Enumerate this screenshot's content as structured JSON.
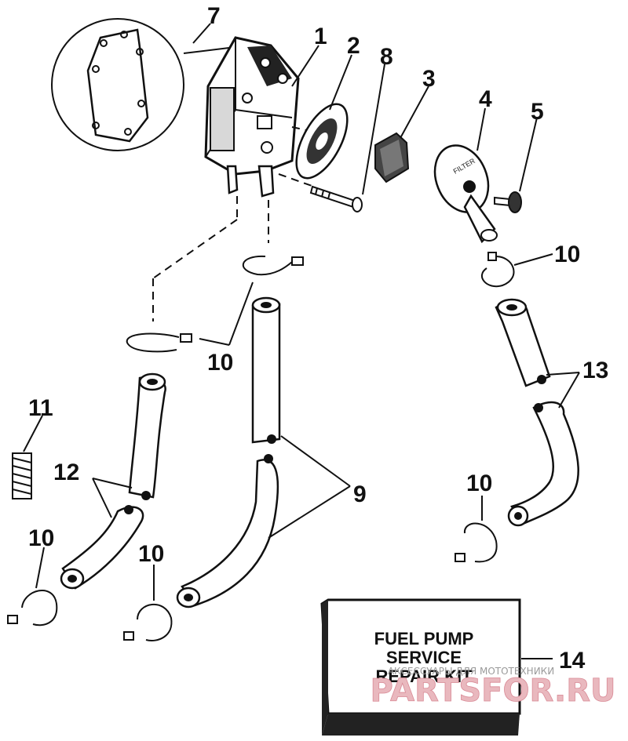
{
  "callouts": {
    "c1": "1",
    "c2": "2",
    "c3": "3",
    "c4": "4",
    "c5": "5",
    "c7": "7",
    "c8": "8",
    "c9": "9",
    "c10a": "10",
    "c10b": "10",
    "c10c": "10",
    "c10d": "10",
    "c10e": "10",
    "c11": "11",
    "c12": "12",
    "c13": "13",
    "c14": "14"
  },
  "filter_cover_label": "FILTER",
  "kit_box": {
    "line1": "FUEL PUMP",
    "line2": "SERVICE",
    "line3": "REPAIR KIT"
  },
  "watermark": {
    "tagline": "АКСЕССУАРЫ ДЛЯ МОТОТЕХНИКИ",
    "brand": "PARTSFOR.RU",
    "brand_color": "#e9b8be"
  }
}
